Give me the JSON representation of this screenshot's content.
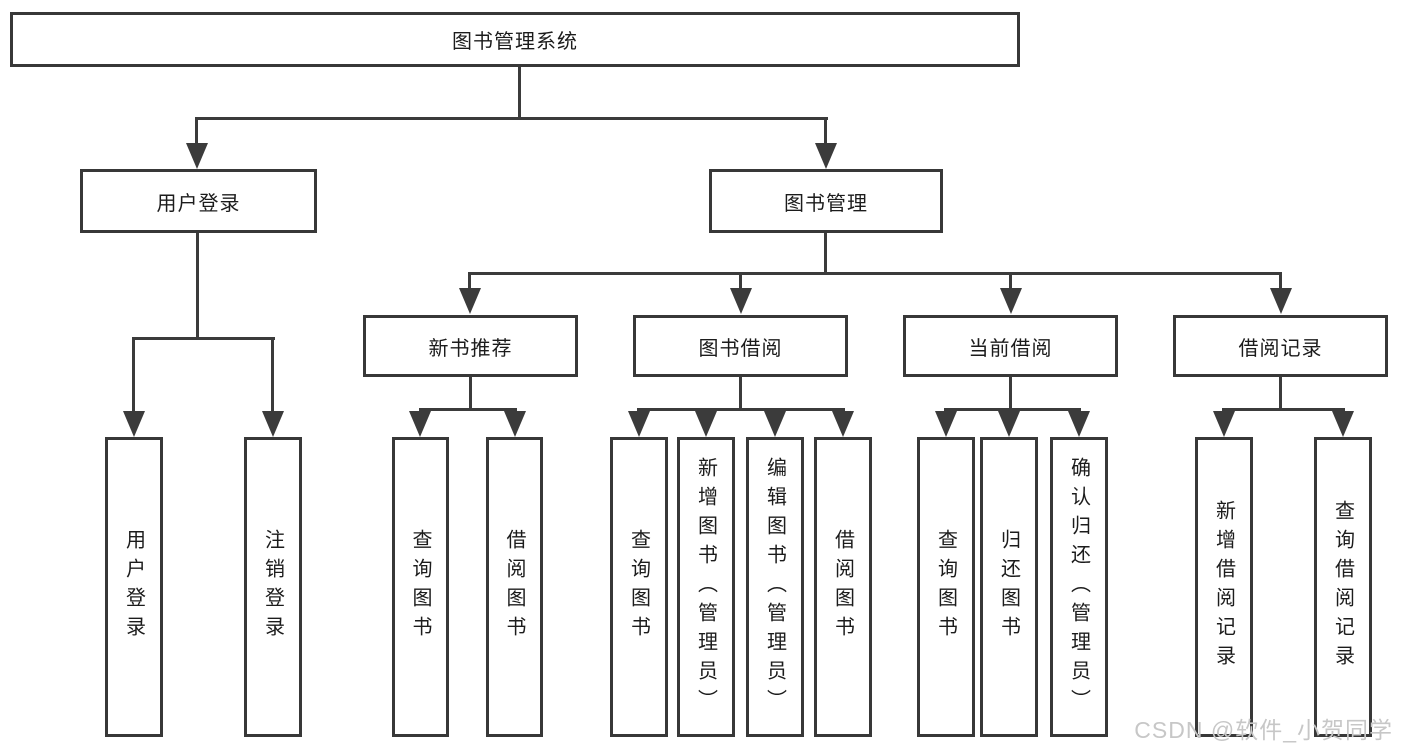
{
  "diagram": {
    "type": "functional-structure-tree",
    "root": {
      "label": "图书管理系统"
    },
    "branches": [
      {
        "label": "用户登录",
        "children": [
          {
            "label": "用户登录"
          },
          {
            "label": "注销登录"
          }
        ]
      },
      {
        "label": "图书管理",
        "children": [
          {
            "label": "新书推荐",
            "children": [
              {
                "label": "查询图书"
              },
              {
                "label": "借阅图书"
              }
            ]
          },
          {
            "label": "图书借阅",
            "children": [
              {
                "label": "查询图书"
              },
              {
                "label": "新增图书（管理员）"
              },
              {
                "label": "编辑图书（管理员）"
              },
              {
                "label": "借阅图书"
              }
            ]
          },
          {
            "label": "当前借阅",
            "children": [
              {
                "label": "查询图书"
              },
              {
                "label": "归还图书"
              },
              {
                "label": "确认归还（管理员）"
              }
            ]
          },
          {
            "label": "借阅记录",
            "children": [
              {
                "label": "新增借阅记录"
              },
              {
                "label": "查询借阅记录"
              }
            ]
          }
        ]
      }
    ],
    "watermark": "CSDN @软件_小贺同学",
    "colors": {
      "line": "#3b3b3b",
      "box_border": "#383838",
      "text": "#1c1c1c",
      "watermark": "#c7c7c7",
      "background": "#ffffff"
    }
  }
}
